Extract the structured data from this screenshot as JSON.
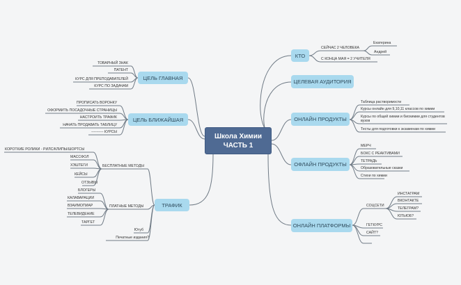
{
  "root": {
    "line1": "Школа Химии",
    "line2": "ЧАСТЬ 1"
  },
  "left": {
    "goal_main": {
      "label": "ЦЕЛЬ ГЛАВНАЯ",
      "items": [
        "ТОВАРНЫЙ ЗНАК",
        "ПАТЕНТ",
        "КУРС ДЛЯ ПРЕПОДАВАТЕЛЕЙ",
        "КУРС ПО ЗАДАЧАМ"
      ]
    },
    "goal_near": {
      "label": "ЦЕЛЬ БЛИЖАЙШАЯ",
      "items": [
        "ПРОПИСАТЬ ВОРОНКУ",
        "ОФОРМИТЬ ПОСАДОЧНЫЕ СТРАНИЦЫ",
        "НАСТРОИТЬ ТРАФИК",
        "НАЧАТЬ ПРОДАВАТЬ ТАБЛИЦУ",
        "---------- КУРСЫ"
      ]
    },
    "traffic": {
      "label": "ТРАФИК",
      "free": {
        "label": "БЕСПЛАТНЫЕ МЕТОДЫ",
        "items": [
          "КОРОТКИЕ РОЛИКИ - РИЛС/КЛИПЫ/ШОРТСЫ",
          "МАССФОЛ",
          "ХЭШТЕГИ",
          "КЕЙСЫ",
          "ОТЗЫВЫ"
        ]
      },
      "paid": {
        "label": "ПЛАТНЫЕ МЕТОДЫ",
        "items": [
          "БЛОГЕРЫ",
          "КАЛАВАРАЦИИ",
          "ВЗАИМОПИАР",
          "ТЕЛЕВИДЕНИЕ",
          "ТАРГЕТ"
        ]
      },
      "extra": [
        "Ютуб",
        "Печатные издания?"
      ]
    }
  },
  "right": {
    "who": {
      "label": "КТО",
      "now": "СЕЙЧАС 2 ЧЕЛОВЕКА",
      "people": [
        "Екатерина",
        "Андрей"
      ],
      "may": "С КОНЦА МАЯ = 2 УЧИТЕЛЯ"
    },
    "audience": {
      "label": "ЦЕЛЕВАЯ АУДИТОРИЯ"
    },
    "online": {
      "label": "ОНЛАЙН ПРОДУКТЫ",
      "items": [
        "Таблица растворимости",
        "Курсы онлайн для 9,10,11 классов по химии",
        "Курсы по общей химии и биохимии для студентов вузов",
        "Тесты для подготовки к экзаменам по химии"
      ]
    },
    "offline": {
      "label": "ОФЛАЙН ПРОДУКТЫ",
      "items": [
        "МЕРЧ",
        "БОКС С РЕАКТИВАМИ",
        "ТЕТРАДЬ",
        "Образовательные сказки",
        "Стихи по химии"
      ]
    },
    "platforms": {
      "label": "ОНЛАЙН ПЛАТФОРМЫ",
      "social": {
        "label": "СОЦСЕТИ",
        "items": [
          "ИНСТАГРАМ",
          "ВКОНТАКТЕ",
          "ТЕЛЕГРАМ?",
          "ЮТЬЮБ?"
        ]
      },
      "items": [
        "ГЕТКУРС",
        "САЙТ?",
        ""
      ]
    }
  },
  "colors": {
    "root": "#4f6a93",
    "main": "#a9d9ee",
    "line": "#6f7a85",
    "bg": "#f4f5f6"
  }
}
